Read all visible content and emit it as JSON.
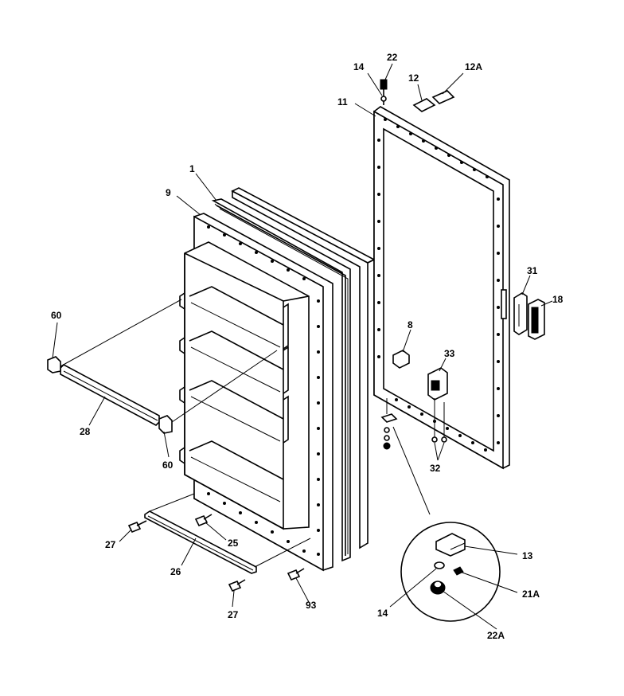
{
  "diagram": {
    "colors": {
      "ink": "#000000",
      "paper": "#ffffff"
    },
    "callouts": [
      {
        "id": "c-14-top",
        "text": "14"
      },
      {
        "id": "c-22-top",
        "text": "22"
      },
      {
        "id": "c-12",
        "text": "12"
      },
      {
        "id": "c-12a",
        "text": "12A"
      },
      {
        "id": "c-11",
        "text": "11"
      },
      {
        "id": "c-1",
        "text": "1"
      },
      {
        "id": "c-9",
        "text": "9"
      },
      {
        "id": "c-31",
        "text": "31"
      },
      {
        "id": "c-18",
        "text": "18"
      },
      {
        "id": "c-8",
        "text": "8"
      },
      {
        "id": "c-33",
        "text": "33"
      },
      {
        "id": "c-60-top",
        "text": "60"
      },
      {
        "id": "c-28",
        "text": "28"
      },
      {
        "id": "c-60-bottom",
        "text": "60"
      },
      {
        "id": "c-32",
        "text": "32"
      },
      {
        "id": "c-27-left",
        "text": "27"
      },
      {
        "id": "c-25",
        "text": "25"
      },
      {
        "id": "c-26",
        "text": "26"
      },
      {
        "id": "c-27-bottom",
        "text": "27"
      },
      {
        "id": "c-93",
        "text": "93"
      },
      {
        "id": "c-13",
        "text": "13"
      },
      {
        "id": "c-14-detail",
        "text": "14"
      },
      {
        "id": "c-21a",
        "text": "21A"
      },
      {
        "id": "c-22a",
        "text": "22A"
      }
    ]
  }
}
